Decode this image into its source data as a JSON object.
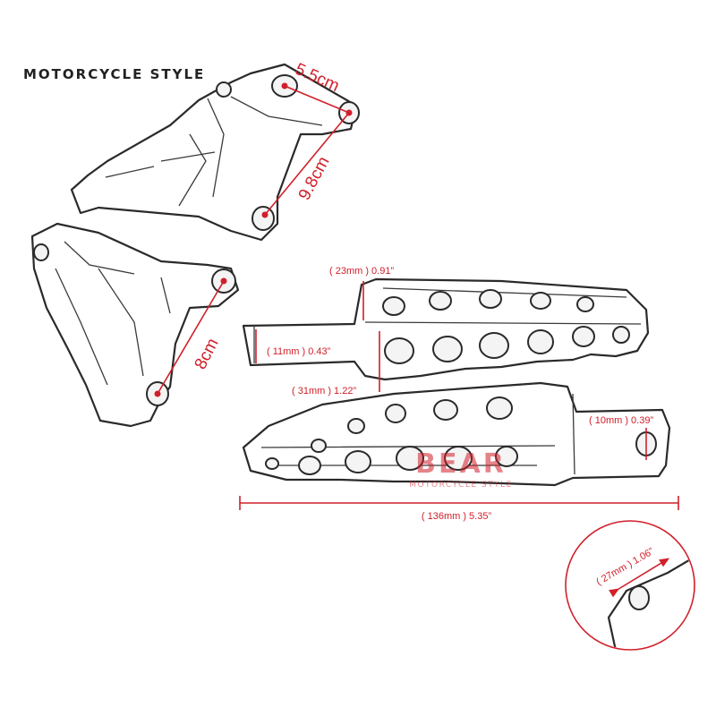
{
  "brand": {
    "text": "MOTORCYCLE STYLE"
  },
  "bracket": {
    "top_width": "5.5cm",
    "top_length": "9.8cm",
    "lower_length": "8cm"
  },
  "peg": {
    "top_height": "( 23mm ) 0.91”",
    "shaft_height": "( 11mm ) 0.43”",
    "body_height": "( 31mm ) 1.22”",
    "hole_diameter": "( 10mm ) 0.39”",
    "total_length": "( 136mm ) 5.35”",
    "tip_width": "( 27mm ) 1.06”"
  },
  "watermark": {
    "logo": "BEAR",
    "tagline": "MOTORCYCLE STYLE"
  },
  "colors": {
    "dimension": "#d11f2a",
    "sketch": "#2a2a2a"
  }
}
